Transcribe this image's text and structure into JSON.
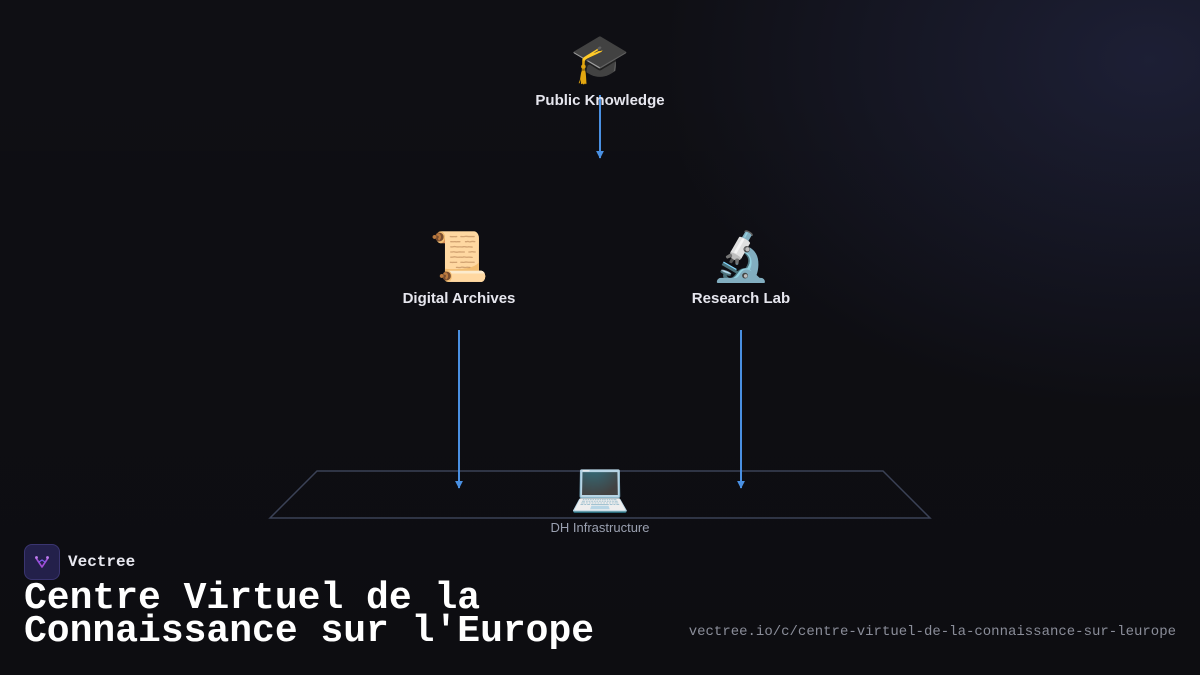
{
  "diagram": {
    "nodes": {
      "public_knowledge": {
        "icon": "🎓",
        "icon_name": "graduation-cap-icon",
        "label": "Public Knowledge"
      },
      "digital_archives": {
        "icon": "📜",
        "icon_name": "scroll-icon",
        "label": "Digital Archives"
      },
      "research_lab": {
        "icon": "🔬",
        "icon_name": "microscope-icon",
        "label": "Research Lab"
      },
      "dh_infrastructure": {
        "icon": "💻",
        "icon_name": "laptop-icon",
        "label": "DH Infrastructure"
      }
    },
    "edges": [
      {
        "from": "Public Knowledge",
        "to": "Digital Archives / Research Lab"
      },
      {
        "from": "Digital Archives",
        "to": "DH Infrastructure"
      },
      {
        "from": "Research Lab",
        "to": "DH Infrastructure"
      }
    ],
    "colors": {
      "arrow": "#4a90e2",
      "platform_stroke": "#3b4256",
      "background": "#0f0f14"
    }
  },
  "footer": {
    "brand_name": "Vectree",
    "title_line1": "Centre Virtuel de la",
    "title_line2": "Connaissance sur l'Europe",
    "url": "vectree.io/c/centre-virtuel-de-la-connaissance-sur-leurope"
  }
}
